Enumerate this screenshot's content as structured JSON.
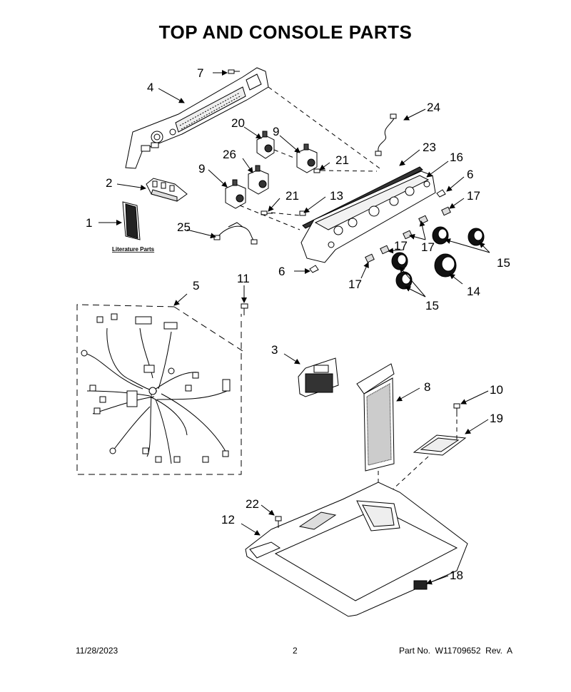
{
  "title": "TOP AND CONSOLE PARTS",
  "literature_label": "Literature Parts",
  "callouts": {
    "c1": "1",
    "c2": "2",
    "c3": "3",
    "c4": "4",
    "c5": "5",
    "c6a": "6",
    "c6b": "6",
    "c7": "7",
    "c8": "8",
    "c9a": "9",
    "c9b": "9",
    "c10": "10",
    "c11": "11",
    "c12": "12",
    "c13": "13",
    "c14": "14",
    "c15a": "15",
    "c15b": "15",
    "c16": "16",
    "c17a": "17",
    "c17b": "17",
    "c17c": "17",
    "c17d": "17",
    "c18": "18",
    "c19": "19",
    "c20": "20",
    "c21a": "21",
    "c21b": "21",
    "c22": "22",
    "c23": "23",
    "c24": "24",
    "c25": "25",
    "c26": "26"
  },
  "footer": {
    "date": "11/28/2023",
    "page": "2",
    "part_no": "Part No.  W11709652  Rev.  A"
  }
}
